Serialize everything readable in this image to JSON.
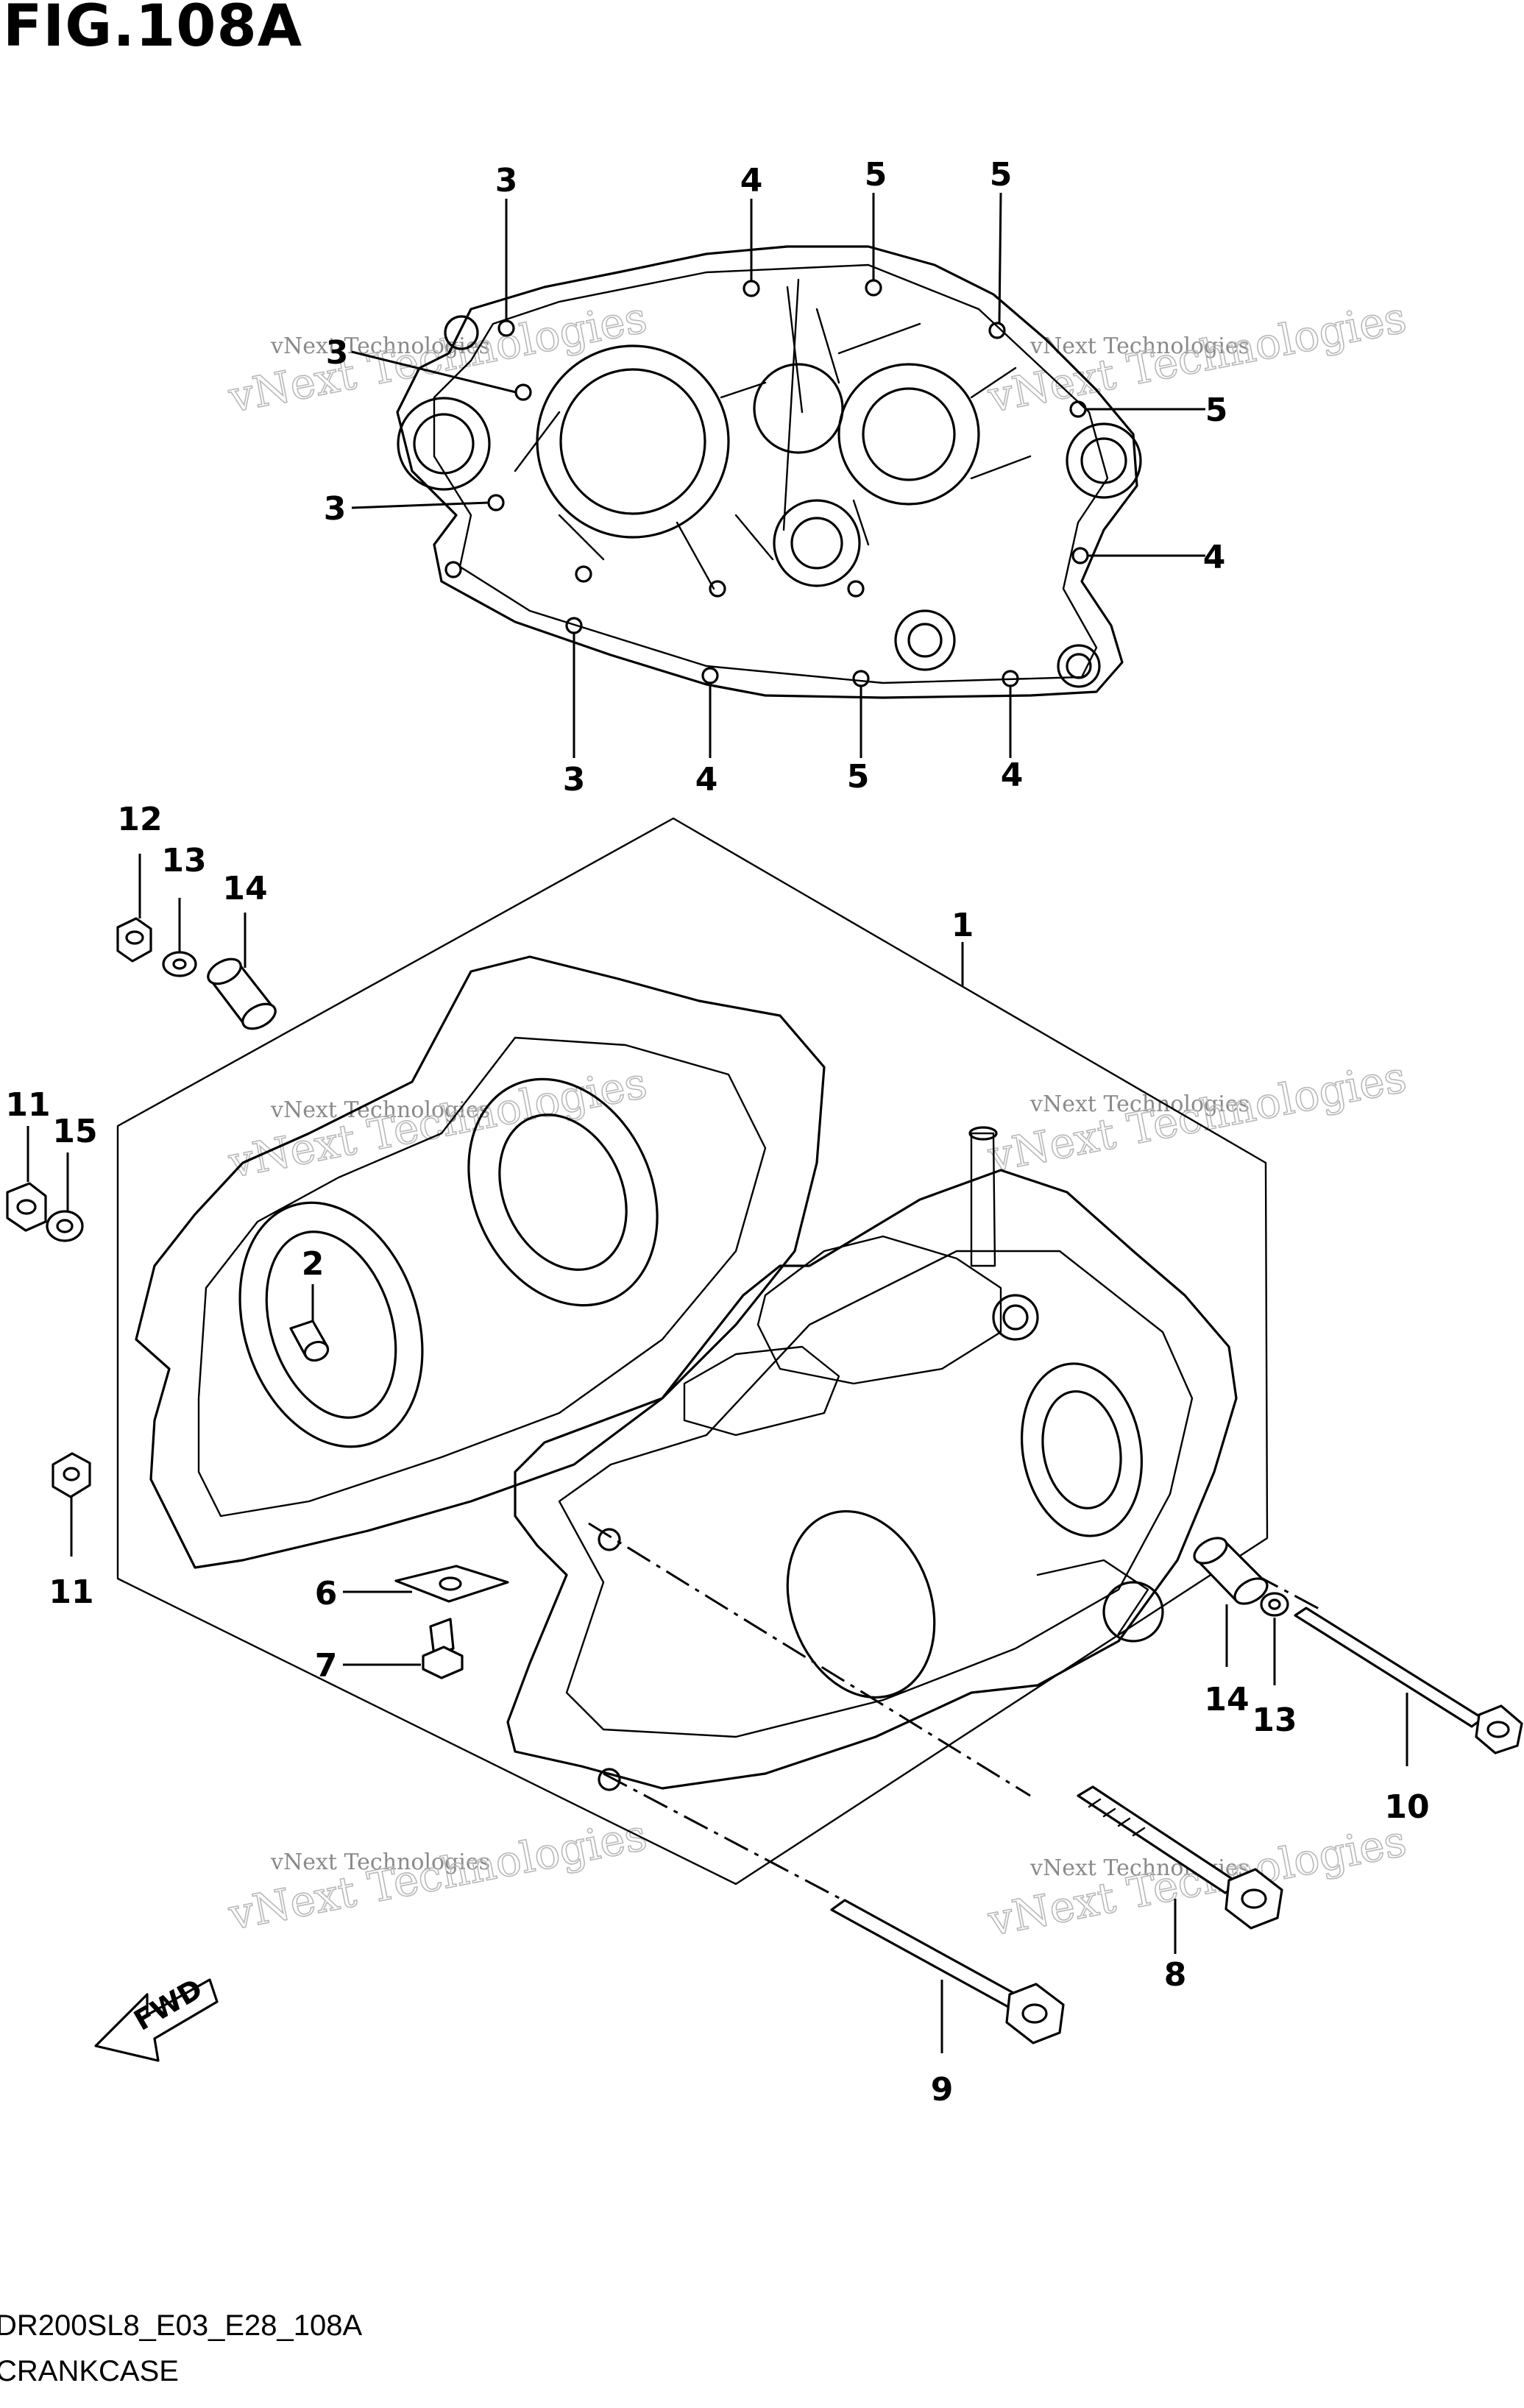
{
  "figure": {
    "title": "FIG.108A",
    "code": "DR200SL8_E03_E28_108A",
    "name": "CRANKCASE"
  },
  "watermark": {
    "small": "vNext Technologies",
    "large": "vNext Technologies"
  },
  "fwd_label": "FWD",
  "callouts": [
    {
      "id": "c3-top",
      "label": "3"
    },
    {
      "id": "c4-top",
      "label": "4"
    },
    {
      "id": "c5-topa",
      "label": "5"
    },
    {
      "id": "c5-topb",
      "label": "5"
    },
    {
      "id": "c3-left1",
      "label": "3"
    },
    {
      "id": "c3-left2",
      "label": "3"
    },
    {
      "id": "c5-right",
      "label": "5"
    },
    {
      "id": "c4-right",
      "label": "4"
    },
    {
      "id": "c3-bot",
      "label": "3"
    },
    {
      "id": "c4-bot1",
      "label": "4"
    },
    {
      "id": "c5-bot",
      "label": "5"
    },
    {
      "id": "c4-bot2",
      "label": "4"
    },
    {
      "id": "c1",
      "label": "1"
    },
    {
      "id": "c2",
      "label": "2"
    },
    {
      "id": "c6",
      "label": "6"
    },
    {
      "id": "c7",
      "label": "7"
    },
    {
      "id": "c8",
      "label": "8"
    },
    {
      "id": "c9",
      "label": "9"
    },
    {
      "id": "c10",
      "label": "10"
    },
    {
      "id": "c11a",
      "label": "11"
    },
    {
      "id": "c11b",
      "label": "11"
    },
    {
      "id": "c12",
      "label": "12"
    },
    {
      "id": "c13a",
      "label": "13"
    },
    {
      "id": "c13b",
      "label": "13"
    },
    {
      "id": "c14a",
      "label": "14"
    },
    {
      "id": "c14b",
      "label": "14"
    },
    {
      "id": "c15",
      "label": "15"
    }
  ]
}
